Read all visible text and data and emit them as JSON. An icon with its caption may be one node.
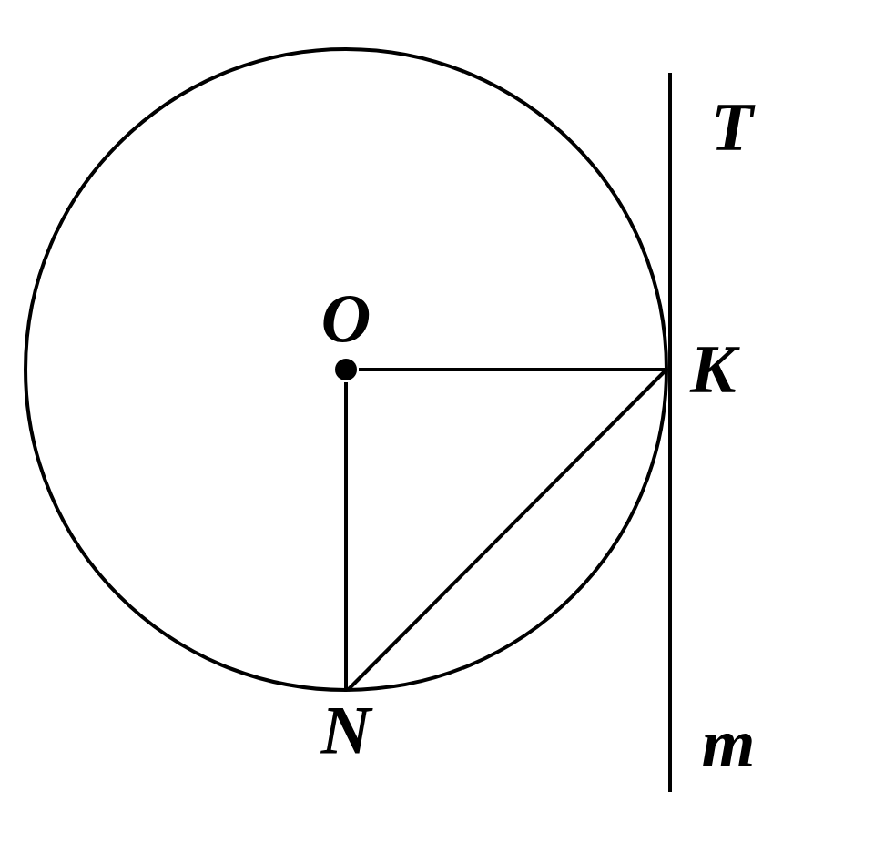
{
  "diagram": {
    "nodes": [
      {
        "text": [
          "O"
        ]
      },
      {
        "text": [
          "K"
        ]
      },
      {
        "text": [
          "N"
        ]
      }
    ],
    "edges": [
      {
        "from": 0,
        "to": 1,
        "arrow": "none"
      },
      {
        "from": 0,
        "to": 2,
        "arrow": "none"
      },
      {
        "from": 2,
        "to": 1,
        "arrow": "none"
      }
    ],
    "labels": [
      "T",
      "m"
    ]
  }
}
